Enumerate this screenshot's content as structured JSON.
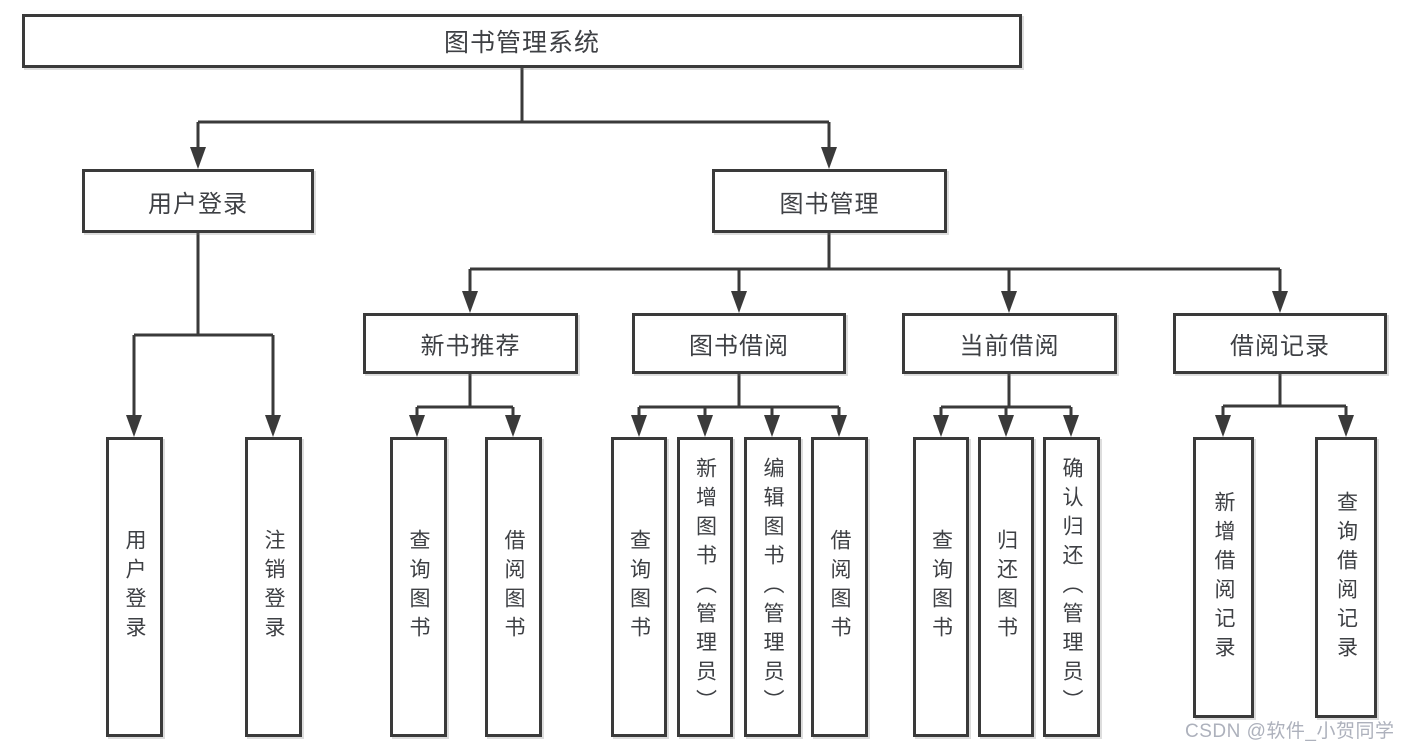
{
  "colors": {
    "line": "#3a3a3a",
    "border": "#3a3a3a",
    "text": "#3e4044",
    "background": "#ffffff",
    "watermark": "#a9adb8"
  },
  "root": {
    "label": "图书管理系统"
  },
  "level2": [
    {
      "id": "user-login",
      "label": "用户登录"
    },
    {
      "id": "book-management",
      "label": "图书管理"
    }
  ],
  "level3": [
    {
      "id": "new-book-recommend",
      "label": "新书推荐",
      "parent": "图书管理"
    },
    {
      "id": "book-borrow",
      "label": "图书借阅",
      "parent": "图书管理"
    },
    {
      "id": "current-borrow",
      "label": "当前借阅",
      "parent": "图书管理"
    },
    {
      "id": "borrow-records",
      "label": "借阅记录",
      "parent": "图书管理"
    }
  ],
  "leaves": [
    {
      "label": "用户登录",
      "parent": "用户登录"
    },
    {
      "label": "注销登录",
      "parent": "用户登录"
    },
    {
      "label": "查询图书",
      "parent": "新书推荐"
    },
    {
      "label": "借阅图书",
      "parent": "新书推荐"
    },
    {
      "label": "查询图书",
      "parent": "图书借阅"
    },
    {
      "label": "新增图书（管理员）",
      "parent": "图书借阅"
    },
    {
      "label": "编辑图书（管理员）",
      "parent": "图书借阅"
    },
    {
      "label": "借阅图书",
      "parent": "图书借阅"
    },
    {
      "label": "查询图书",
      "parent": "当前借阅"
    },
    {
      "label": "归还图书",
      "parent": "当前借阅"
    },
    {
      "label": "确认归还（管理员）",
      "parent": "当前借阅"
    },
    {
      "label": "新增借阅记录",
      "parent": "借阅记录"
    },
    {
      "label": "查询借阅记录",
      "parent": "借阅记录"
    }
  ],
  "watermark": {
    "text": "CSDN @软件_小贺同学"
  }
}
